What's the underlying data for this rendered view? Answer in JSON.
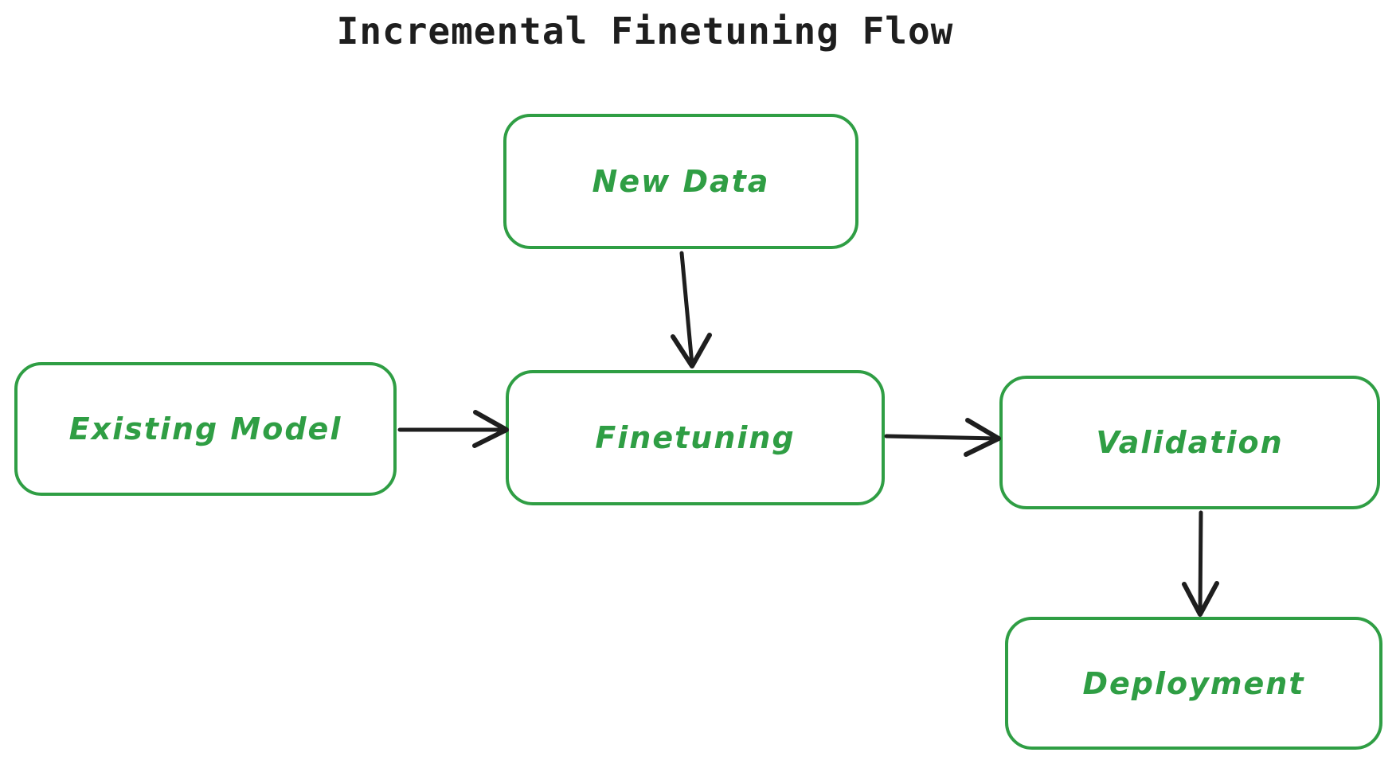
{
  "title": "Incremental Finetuning Flow",
  "colors": {
    "background": "#ffffff",
    "title_text": "#1e1e1e",
    "node_border": "#2f9e44",
    "node_label": "#2f9e44",
    "arrow": "#1e1e1e"
  },
  "nodes": {
    "new_data": {
      "label": "New Data"
    },
    "existing_model": {
      "label": "Existing Model"
    },
    "finetuning": {
      "label": "Finetuning"
    },
    "validation": {
      "label": "Validation"
    },
    "deployment": {
      "label": "Deployment"
    }
  },
  "edges": [
    {
      "from": "New Data",
      "to": "Finetuning",
      "direction": "down"
    },
    {
      "from": "Existing Model",
      "to": "Finetuning",
      "direction": "right"
    },
    {
      "from": "Finetuning",
      "to": "Validation",
      "direction": "right"
    },
    {
      "from": "Validation",
      "to": "Deployment",
      "direction": "down"
    }
  ]
}
